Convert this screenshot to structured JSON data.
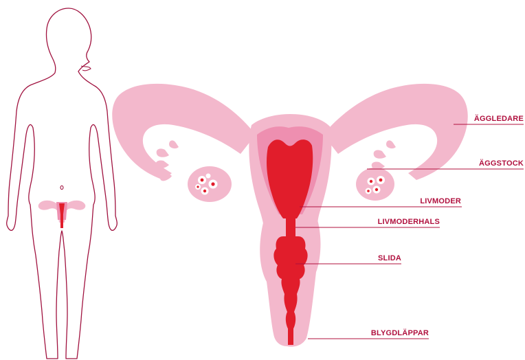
{
  "labels": {
    "aggledare": "ÄGGLEDARE",
    "aggstock": "ÄGGSTOCK",
    "livmoder": "LIVMODER",
    "livmoderhals": "LIVMODERHALS",
    "slida": "SLIDA",
    "blygdlappar": "BLYGDLÄPPAR"
  },
  "colors": {
    "outline": "#a0123f",
    "tissue_light": "#f3b8cc",
    "tissue_mid": "#ee8fb0",
    "organ_red": "#e11d2b",
    "label_text": "#b0103e"
  }
}
